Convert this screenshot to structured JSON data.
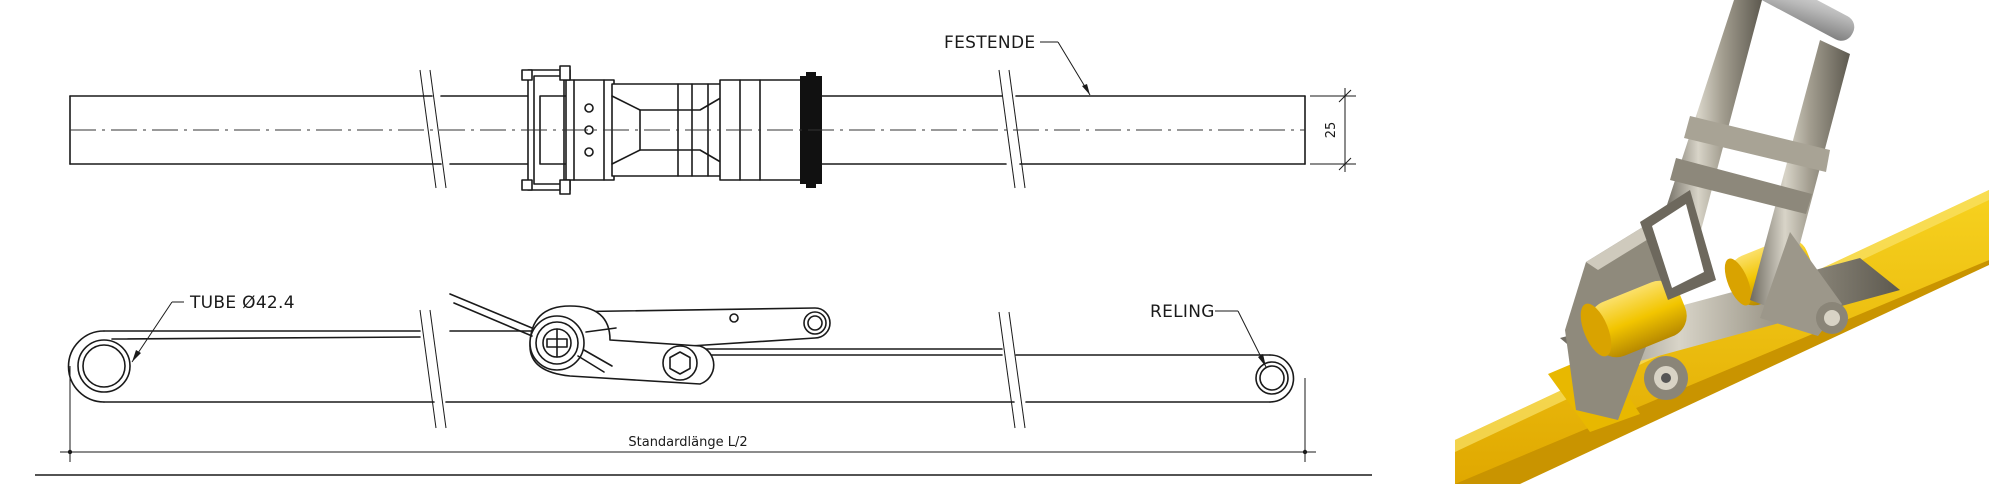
{
  "labels": {
    "festende": "FESTENDE",
    "tube": "TUBE Ø42.4",
    "reling": "RELING",
    "standard_length": "Standardlänge L/2",
    "width_dim": "25"
  },
  "colors": {
    "line": "#1a1a1a",
    "strap_yellow": "#f2c500",
    "steel": "#9a9486"
  },
  "icons": {
    "photo": "ratchet-buckle-photo"
  }
}
